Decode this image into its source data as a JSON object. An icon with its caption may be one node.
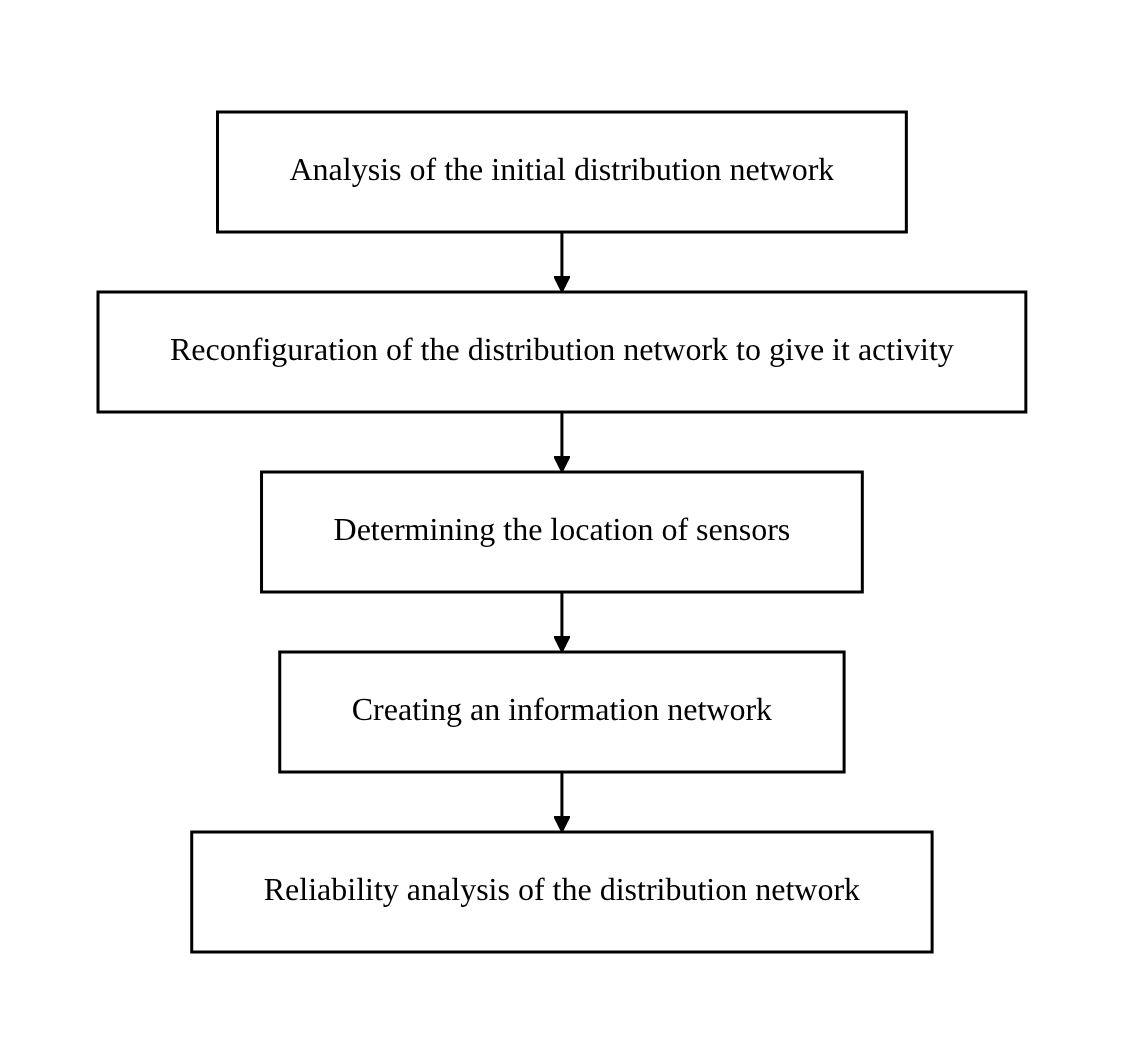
{
  "diagram": {
    "nodes": [
      {
        "text": [
          "Analysis of the initial distribution network"
        ]
      },
      {
        "text": [
          "Reconfiguration of the distribution network to give it activity"
        ]
      },
      {
        "text": [
          "Determining the location of sensors"
        ]
      },
      {
        "text": [
          "Creating an information network"
        ]
      },
      {
        "text": [
          "Reliability analysis of the distribution network"
        ]
      }
    ],
    "edges": [
      {
        "from": 0,
        "to": 1,
        "arrow": "to"
      },
      {
        "from": 1,
        "to": 2,
        "arrow": "to"
      },
      {
        "from": 2,
        "to": 3,
        "arrow": "to"
      },
      {
        "from": 3,
        "to": 4,
        "arrow": "to"
      }
    ]
  }
}
